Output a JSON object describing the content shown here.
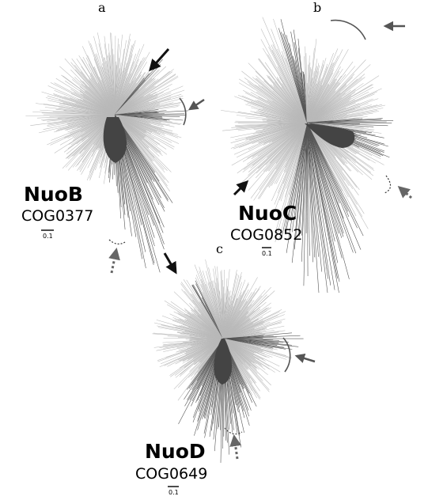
{
  "panels": [
    {
      "letter": "a",
      "gene": "NuoB",
      "cog": "COG0377",
      "scale": "0.1"
    },
    {
      "letter": "b",
      "gene": "NuoC",
      "cog": "COG0852",
      "scale": "0.1"
    },
    {
      "letter": "c",
      "gene": "NuoD",
      "cog": "COG0649",
      "scale": "0.1"
    }
  ],
  "colors": {
    "branch": "#b9b9b9",
    "clade": "#555555",
    "root_blob": "#444444",
    "arrow_solid": "#111111",
    "arrow_outline": "#555555",
    "arrow_dotted": "#666666"
  }
}
